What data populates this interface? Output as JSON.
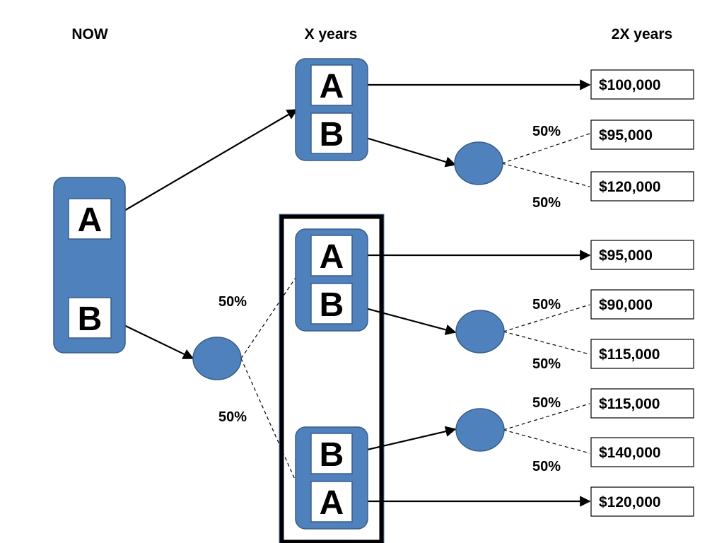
{
  "headers": {
    "now": "NOW",
    "x_years": "X years",
    "two_x_years": "2X years"
  },
  "options": {
    "a": "A",
    "b": "B"
  },
  "probabilities": {
    "upper_up": "50%",
    "upper_down": "50%",
    "now_chance_up": "50%",
    "now_chance_down": "50%",
    "mid_up": "50%",
    "mid_down": "50%",
    "low_up": "50%",
    "low_down": "50%"
  },
  "outcomes": {
    "upper_a": "$100,000",
    "upper_b_1": "$95,000",
    "upper_b_2": "$120,000",
    "lower_a_top": "$95,000",
    "lower_b_1": "$90,000",
    "lower_b_2": "$115,000",
    "lower_b2_1": "$115,000",
    "lower_b2_2": "$140,000",
    "lower_a_bottom": "$120,000"
  },
  "colors": {
    "node_fill": "#4f81bd",
    "node_stroke": "#385d8a"
  }
}
